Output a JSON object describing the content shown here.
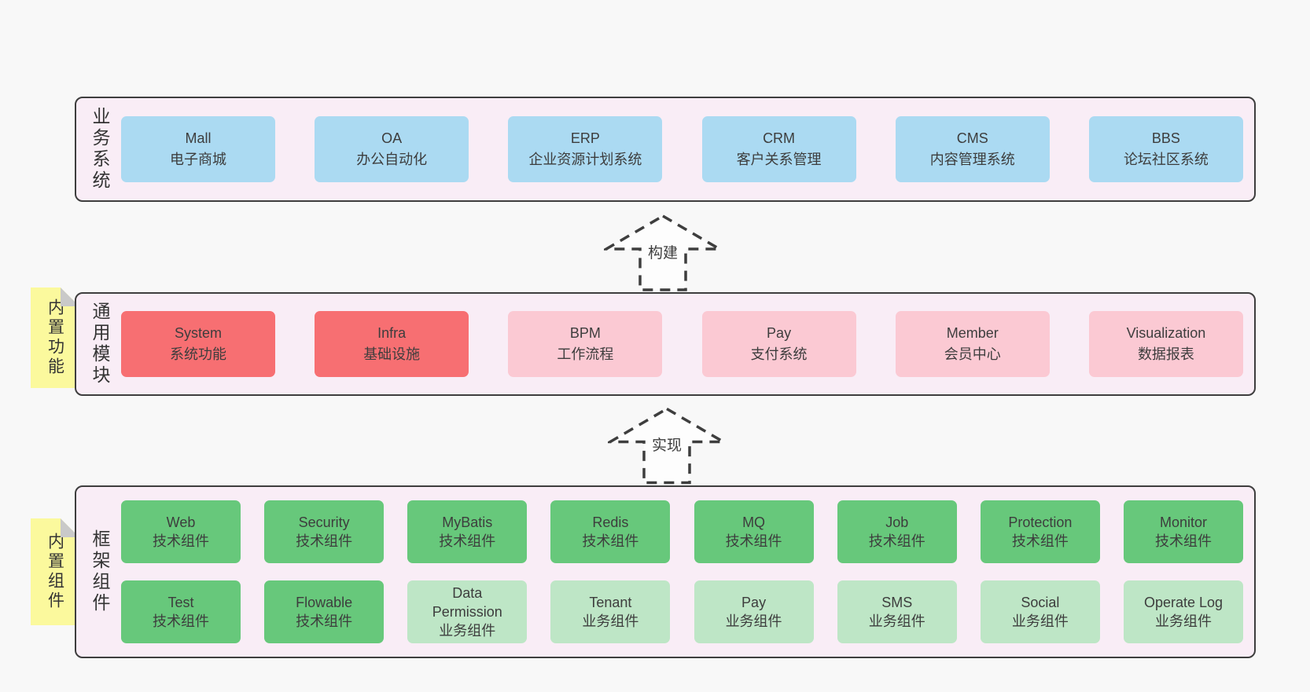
{
  "palette": {
    "page_bg": "#f8f8f8",
    "layer_bg": "#f9edf6",
    "layer_border": "#3e3e3e",
    "box_blue": "#abdaf2",
    "box_red": "#f76f72",
    "box_pink": "#fbc9d3",
    "box_green": "#67c87b",
    "box_light_green": "#bee6c6",
    "sticky_yellow": "#fbf99d",
    "sticky_fold_gray": "#c9c9c9",
    "text": "#3d3d3d"
  },
  "arrows": [
    {
      "label": "构建"
    },
    {
      "label": "实现"
    }
  ],
  "layers": [
    {
      "label": "业务系统",
      "rows": [
        [
          {
            "title": "Mall",
            "subtitle": "电子商城"
          },
          {
            "title": "OA",
            "subtitle": "办公自动化"
          },
          {
            "title": "ERP",
            "subtitle": "企业资源计划系统"
          },
          {
            "title": "CRM",
            "subtitle": "客户关系管理"
          },
          {
            "title": "CMS",
            "subtitle": "内容管理系统"
          },
          {
            "title": "BBS",
            "subtitle": "论坛社区系统"
          }
        ]
      ]
    },
    {
      "label": "通用模块",
      "sticky": "内置功能",
      "rows": [
        [
          {
            "title": "System",
            "subtitle": "系统功能"
          },
          {
            "title": "Infra",
            "subtitle": "基础设施"
          },
          {
            "title": "BPM",
            "subtitle": "工作流程"
          },
          {
            "title": "Pay",
            "subtitle": "支付系统"
          },
          {
            "title": "Member",
            "subtitle": "会员中心"
          },
          {
            "title": "Visualization",
            "subtitle": "数据报表"
          }
        ]
      ]
    },
    {
      "label": "框架组件",
      "sticky": "内置组件",
      "rows": [
        [
          {
            "title": "Web",
            "subtitle": "技术组件"
          },
          {
            "title": "Security",
            "subtitle": "技术组件"
          },
          {
            "title": "MyBatis",
            "subtitle": "技术组件"
          },
          {
            "title": "Redis",
            "subtitle": "技术组件"
          },
          {
            "title": "MQ",
            "subtitle": "技术组件"
          },
          {
            "title": "Job",
            "subtitle": "技术组件"
          },
          {
            "title": "Protection",
            "subtitle": "技术组件"
          },
          {
            "title": "Monitor",
            "subtitle": "技术组件"
          }
        ],
        [
          {
            "title": "Test",
            "subtitle": "技术组件"
          },
          {
            "title": "Flowable",
            "subtitle": "技术组件"
          },
          {
            "title": "Data Permission",
            "subtitle": "业务组件"
          },
          {
            "title": "Tenant",
            "subtitle": "业务组件"
          },
          {
            "title": "Pay",
            "subtitle": "业务组件"
          },
          {
            "title": "SMS",
            "subtitle": "业务组件"
          },
          {
            "title": "Social",
            "subtitle": "业务组件"
          },
          {
            "title": "Operate Log",
            "subtitle": "业务组件"
          }
        ]
      ]
    }
  ]
}
